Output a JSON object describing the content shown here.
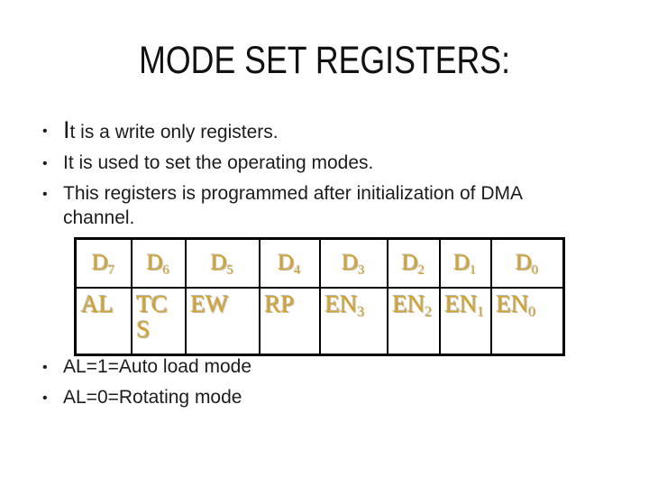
{
  "slide": {
    "title": "MODE SET REGISTERS:",
    "bullet_glyph": "•",
    "bullets_top": [
      {
        "lead": "I",
        "text": "t is a write only registers."
      },
      {
        "lead": "",
        "text": "It is used to set the operating modes."
      },
      {
        "lead": "",
        "text": "This registers is programmed after initialization of DMA channel."
      }
    ],
    "bullets_bottom": [
      {
        "text": "AL=1=Auto load mode"
      },
      {
        "text": "AL=0=Rotating mode"
      }
    ],
    "register_table": {
      "gold_color": "#d0a42e",
      "bit_row": [
        {
          "base": "D",
          "sub": "7"
        },
        {
          "base": "D",
          "sub": "6"
        },
        {
          "base": "D",
          "sub": "5"
        },
        {
          "base": "D",
          "sub": "4"
        },
        {
          "base": "D",
          "sub": "3"
        },
        {
          "base": "D",
          "sub": "2"
        },
        {
          "base": "D",
          "sub": "1"
        },
        {
          "base": "D",
          "sub": "0"
        }
      ],
      "field_row": [
        {
          "base": "AL",
          "sub": ""
        },
        {
          "base": "TC\nS",
          "sub": ""
        },
        {
          "base": "EW",
          "sub": ""
        },
        {
          "base": "RP",
          "sub": ""
        },
        {
          "base": "EN",
          "sub": "3"
        },
        {
          "base": "EN",
          "sub": "2"
        },
        {
          "base": "EN",
          "sub": "1"
        },
        {
          "base": "EN",
          "sub": "0"
        }
      ]
    }
  }
}
